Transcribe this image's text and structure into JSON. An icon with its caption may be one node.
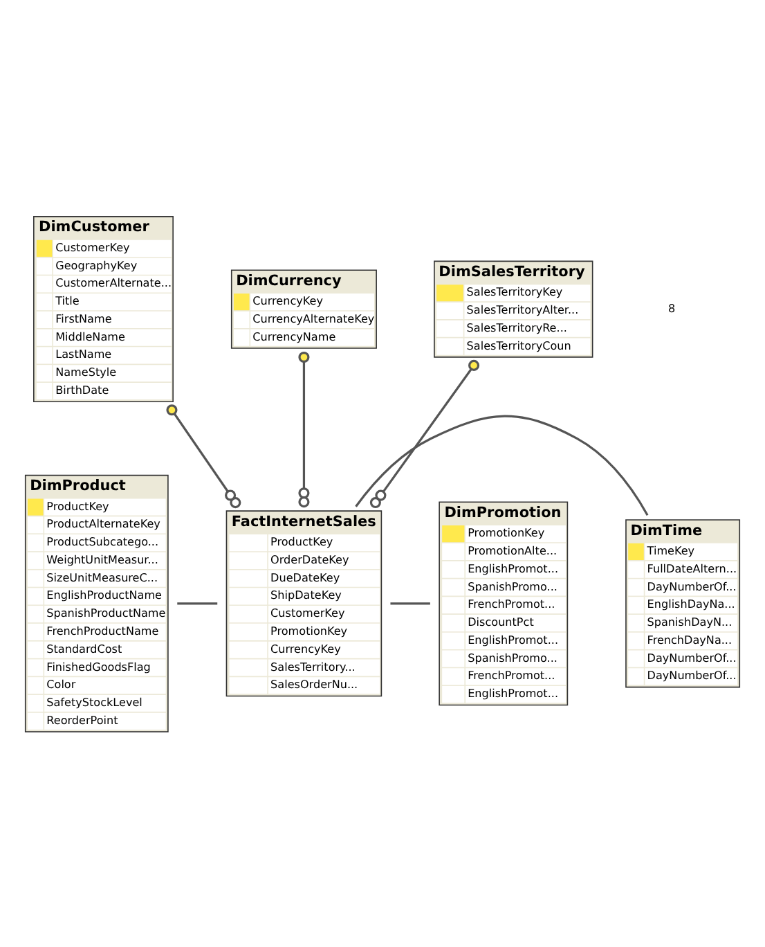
{
  "diagram": {
    "nodes": [
      {
        "text": [
          "DimCustomer",
          "CustomerKey",
          "GeographyKey",
          "CustomerAlternate...",
          "Title",
          "FirstName",
          "MiddleName",
          "LastName",
          "NameStyle",
          "BirthDate"
        ]
      },
      {
        "text": [
          "DimTime",
          "TimeKey",
          "FullDateAltern...",
          "DayNumberOf...",
          "EnglishDayNa...",
          "SpanishDayN...",
          "FrenchDayNa...",
          "DayNumberOf...",
          "DayNumberOf..."
        ]
      },
      {
        "text": [
          "DimProduct",
          "ProductKey",
          "ProductAlternateKey",
          "ProductSubcatego...",
          "WeightUnitMeasur...",
          "SizeUnitMeasureC...",
          "EnglishProductName",
          "SpanishProductName",
          "FrenchProductName",
          "StandardCost",
          "FinishedGoodsFlag",
          "Color",
          "SafetyStockLevel",
          "ReorderPoint"
        ]
      },
      {
        "text": [
          "FactInternetSales",
          "ProductKey",
          "OrderDateKey",
          "DueDateKey",
          "ShipDateKey",
          "CustomerKey",
          "PromotionKey",
          "CurrencyKey",
          "SalesTerritory...",
          "SalesOrderNu..."
        ]
      },
      {
        "text": [
          "DimPromotion",
          "PromotionKey",
          "PromotionAlte...",
          "EnglishPromot...",
          "SpanishPromo...",
          "FrenchPromot...",
          "DiscountPct",
          "EnglishPromot...",
          "SpanishPromo...",
          "FrenchPromot...",
          "EnglishPromot..."
        ]
      },
      {
        "text": [
          "DimCurrency",
          "CurrencyKey",
          "CurrencyAlternateKey",
          "CurrencyName"
        ]
      },
      {
        "text": [
          "DimSalesTerritory",
          "SalesTerritoryKey",
          "SalesTerritoryAlter...",
          "SalesTerritoryRe...",
          "SalesTerritoryCoun"
        ]
      }
    ],
    "edges": [
      {
        "from": 0,
        "to": 3,
        "arrow": "other"
      },
      {
        "from": 5,
        "to": 3,
        "arrow": "other"
      },
      {
        "from": 6,
        "to": 3,
        "arrow": "other"
      },
      {
        "from": 2,
        "to": 3,
        "arrow": "none"
      },
      {
        "from": 3,
        "to": 1,
        "arrow": "none"
      },
      {
        "from": 3,
        "to": 4,
        "arrow": "none"
      }
    ],
    "labels": [
      "8"
    ]
  }
}
